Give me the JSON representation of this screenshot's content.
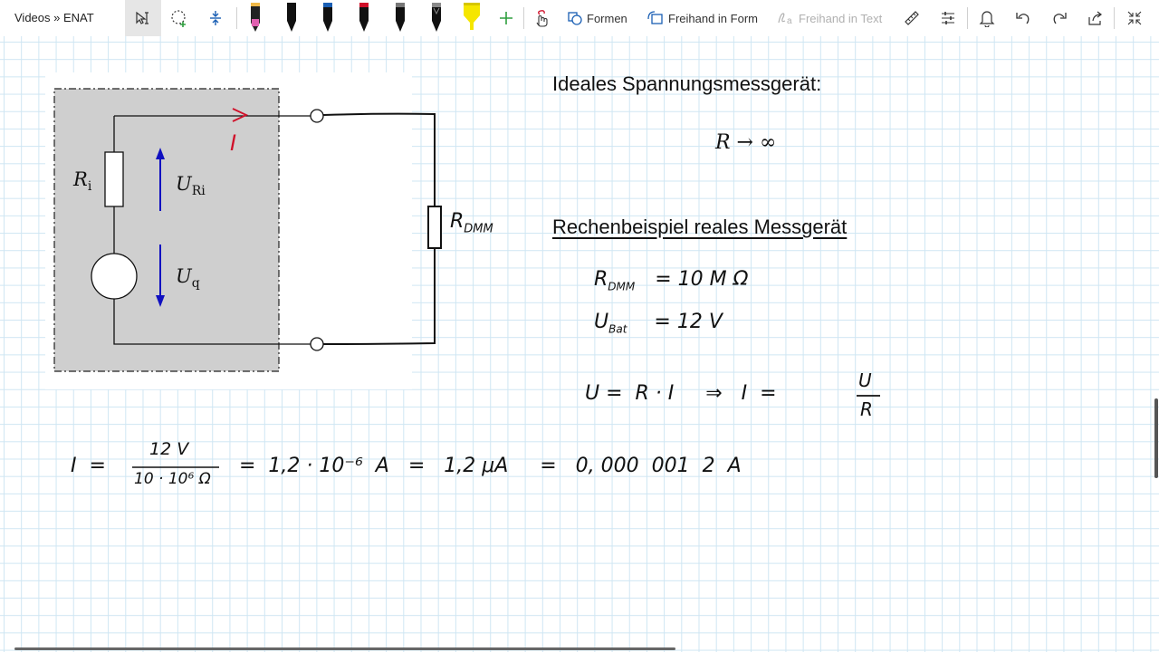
{
  "toolbar": {
    "breadcrumb": "Videos » ENAT",
    "formen": "Formen",
    "freihand_in_form": "Freihand in Form",
    "freihand_in_text": "Freihand in Text",
    "pen_colors": [
      "#e060b0",
      "#111111",
      "#1a5fb4",
      "#d0102a",
      "#555555",
      "#444444",
      "#f5e600"
    ],
    "accent_green": "#2e9e3e"
  },
  "circuit": {
    "ri_label": "R",
    "ri_sub": "i",
    "uri_label": "U",
    "uri_sub": "Ri",
    "uq_label": "U",
    "uq_sub": "q",
    "current_label": "I",
    "rdmm_label": "R",
    "rdmm_sub": "DMM"
  },
  "notes": {
    "heading1": "Ideales Spannungsmessgerät:",
    "formula1": "R → ∞",
    "heading2": "Rechenbeispiel reales Messgerät",
    "line_rdmm_lhs": "R",
    "line_rdmm_sub": "DMM",
    "line_rdmm_rhs": "=   10  M Ω",
    "line_ubat_lhs": "U",
    "line_ubat_sub": "Bat",
    "line_ubat_rhs": "=    12  V",
    "ohm_law": "U =  R · I     ⇒   I  =",
    "frac_num": "U",
    "frac_den": "R",
    "calc_lhs": "I  =",
    "calc_num": "12 V",
    "calc_den": "10 · 10⁶ Ω",
    "calc_rhs": "=  1,2 · 10⁻⁶  A   =   1,2 μA     =   0, 000  001  2  A"
  }
}
